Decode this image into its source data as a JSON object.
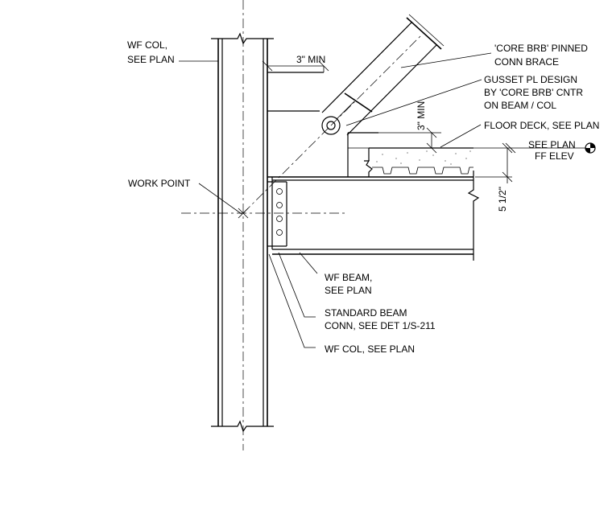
{
  "labels": {
    "wf_col_top_1": "WF COL,",
    "wf_col_top_2": "SEE PLAN",
    "three_min_top": "3\" MIN",
    "brace_1": "'CORE BRB' PINNED",
    "brace_2": "CONN BRACE",
    "gusset_1": "GUSSET PL DESIGN",
    "gusset_2": "BY 'CORE BRB' CNTR",
    "gusset_3": "ON BEAM / COL",
    "three_min_side": "3\" MIN",
    "floor_deck": "FLOOR DECK, SEE PLAN",
    "see_plan": "SEE PLAN",
    "ff_elev": "FF ELEV",
    "dim_5_half": "5 1/2\"",
    "work_point": "WORK POINT",
    "wf_beam_1": "WF BEAM,",
    "wf_beam_2": "SEE PLAN",
    "std_conn_1": "STANDARD BEAM",
    "std_conn_2": "CONN, SEE DET 1/S-211",
    "wf_col_bottom": "WF COL, SEE PLAN"
  }
}
